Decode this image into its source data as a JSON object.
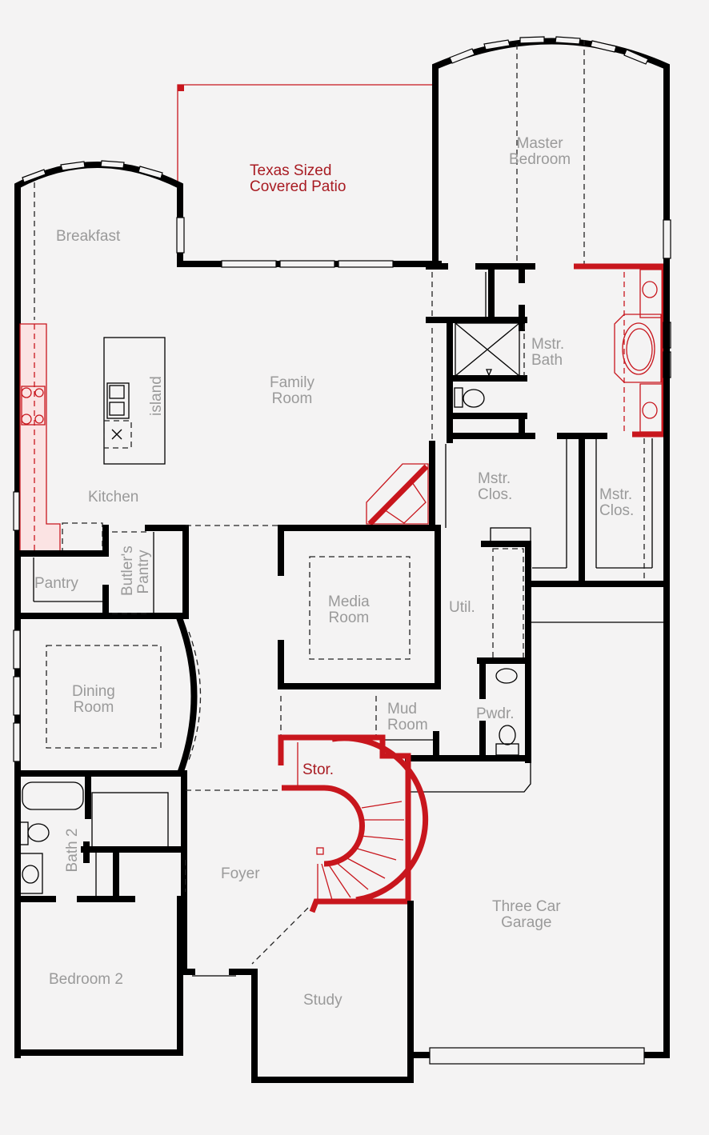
{
  "plan": {
    "accent_color": "#c8161d",
    "wall_color": "#000000",
    "label_color": "#9a9a9a",
    "background": "#f4f3f3"
  },
  "rooms": {
    "patio": {
      "line1": "Texas Sized",
      "line2": "Covered Patio"
    },
    "master_bedroom": {
      "line1": "Master",
      "line2": "Bedroom"
    },
    "breakfast": {
      "line1": "Breakfast"
    },
    "family_room": {
      "line1": "Family",
      "line2": "Room"
    },
    "island": {
      "line1": "island"
    },
    "kitchen": {
      "line1": "Kitchen"
    },
    "mstr_bath": {
      "line1": "Mstr.",
      "line2": "Bath"
    },
    "mstr_clos_1": {
      "line1": "Mstr.",
      "line2": "Clos."
    },
    "mstr_clos_2": {
      "line1": "Mstr.",
      "line2": "Clos."
    },
    "pantry": {
      "line1": "Pantry"
    },
    "butlers_pantry": {
      "line1": "Butler's",
      "line2": "Pantry"
    },
    "media_room": {
      "line1": "Media",
      "line2": "Room"
    },
    "util": {
      "line1": "Util."
    },
    "dining_room": {
      "line1": "Dining",
      "line2": "Room"
    },
    "mud_room": {
      "line1": "Mud",
      "line2": "Room"
    },
    "pwdr": {
      "line1": "Pwdr."
    },
    "stor": {
      "line1": "Stor."
    },
    "bath_2": {
      "line1": "Bath 2"
    },
    "foyer": {
      "line1": "Foyer"
    },
    "garage": {
      "line1": "Three Car",
      "line2": "Garage"
    },
    "bedroom_2": {
      "line1": "Bedroom 2"
    },
    "study": {
      "line1": "Study"
    }
  }
}
